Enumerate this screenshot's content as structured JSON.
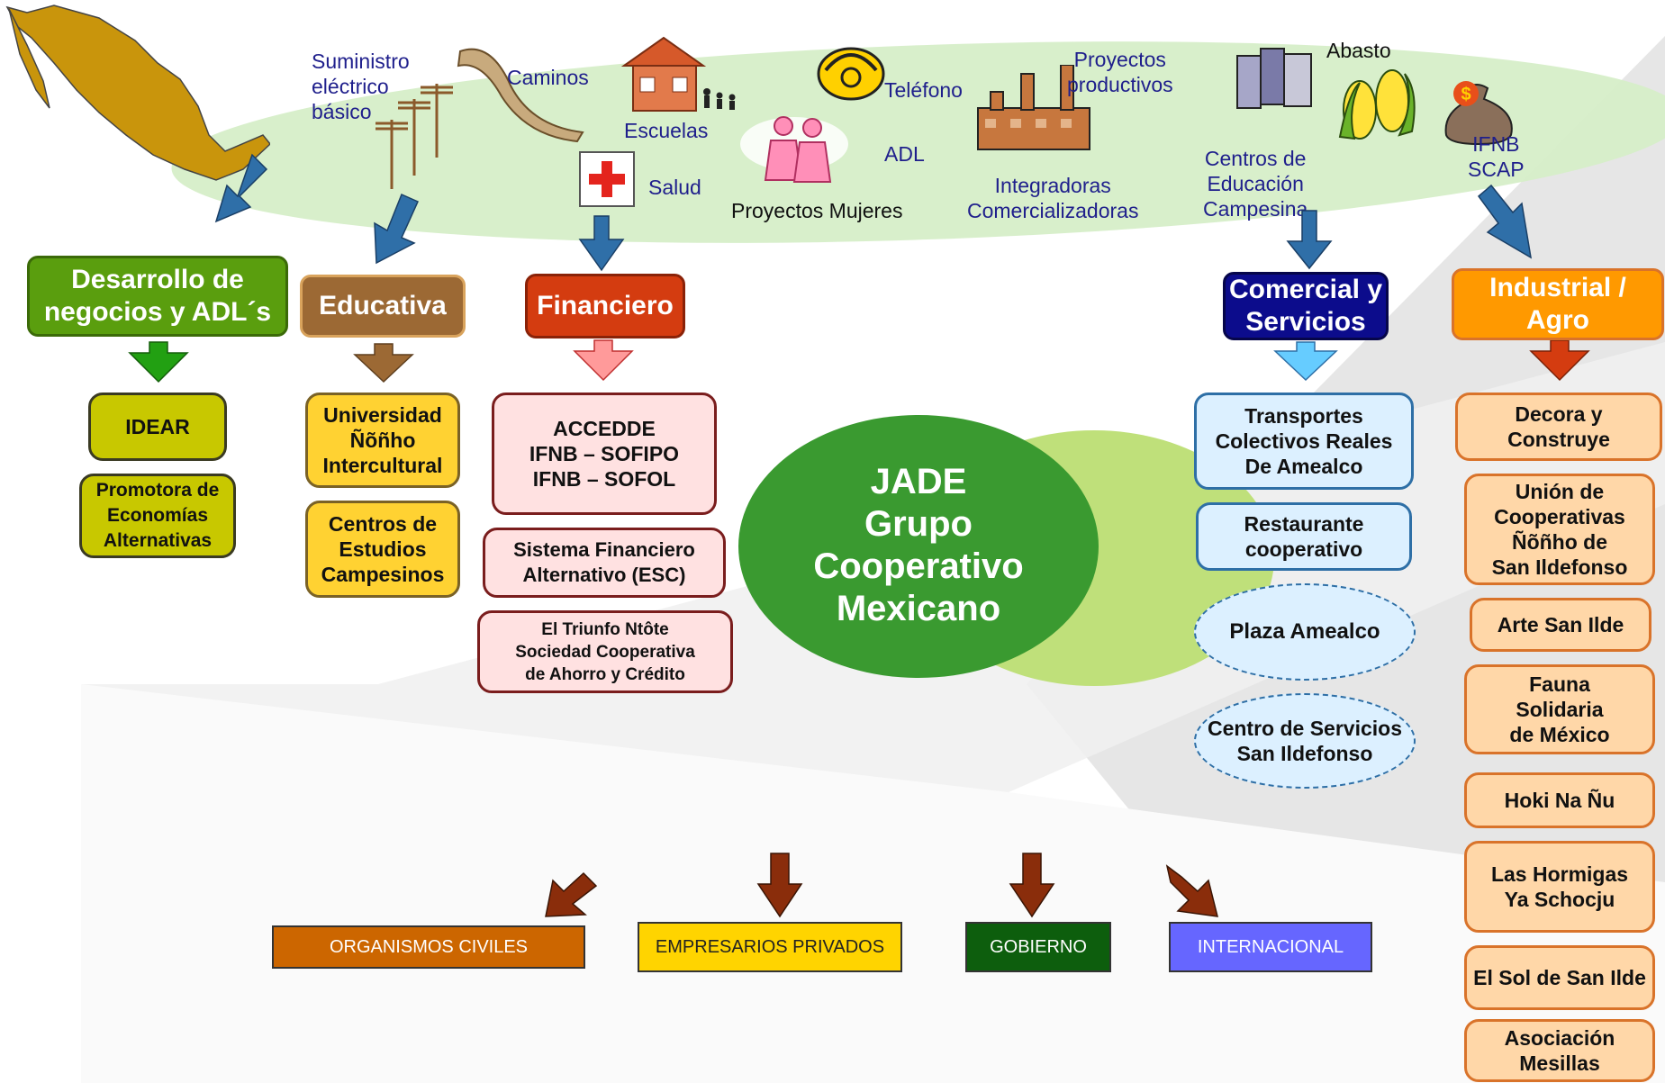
{
  "top_labels": {
    "suministro": "Suministro\neléctrico\nbásico",
    "caminos": "Caminos",
    "escuelas": "Escuelas",
    "salud": "Salud",
    "telefono": "Teléfono",
    "adl": "ADL",
    "proyectos_mujeres": "Proyectos Mujeres",
    "proyectos_productivos": "Proyectos\nproductivos",
    "integradoras": "Integradoras\nComercializadoras",
    "abasto": "Abasto",
    "centros_educacion": "Centros de\nEducación\nCampesina",
    "ifnb_scap": "IFNB\nSCAP"
  },
  "categories": {
    "desarrollo": "Desarrollo de\nnegocios y ADL´s",
    "educativa": "Educativa",
    "financiero": "Financiero",
    "comercial": "Comercial y\nServicios",
    "industrial": "Industrial /\nAgro"
  },
  "desarrollo_items": [
    "IDEAR",
    "Promotora de\nEconomías\nAlternativas"
  ],
  "educativa_items": [
    "Universidad\nÑõñho\nIntercultural",
    "Centros de\nEstudios\nCampesinos"
  ],
  "financiero_items": [
    "ACCEDDE\nIFNB – SOFIPO\nIFNB – SOFOL",
    "Sistema Financiero\nAlternativo (ESC)",
    "El Triunfo Ntôte\nSociedad Cooperativa\nde Ahorro y Crédito"
  ],
  "comercial_items": [
    "Transportes\nColectivos Reales\nDe Amealco",
    "Restaurante\ncooperativo",
    "Plaza Amealco",
    "Centro de Servicios\nSan Ildefonso"
  ],
  "industrial_items": [
    "Decora y\nConstruye",
    "Unión de\nCooperativas\nÑõñho de\nSan Ildefonso",
    "Arte San Ilde",
    "Fauna\nSolidaria\nde México",
    "Hoki Na Ñu",
    "Las Hormigas\nYa Schocju",
    "El Sol de San Ilde",
    "Asociación\nMesillas"
  ],
  "center": "JADE\nGrupo\nCooperativo\nMexicano",
  "stakeholders": [
    "ORGANISMOS CIVILES",
    "EMPRESARIOS PRIVADOS",
    "GOBIERNO",
    "INTERNACIONAL"
  ],
  "icons": {
    "map": "mexico-map-icon",
    "power": "power-pole-icon",
    "road": "road-icon",
    "school": "school-icon",
    "health": "red-cross-icon",
    "phone": "telephone-icon",
    "women": "women-icon",
    "factory": "factory-icon",
    "supplies": "groceries-icon",
    "corn": "corn-icon",
    "money": "money-bag-icon"
  },
  "colors": {
    "desarrollo": "#5a9e0e",
    "educativa": "#9c6934",
    "financiero": "#d43c10",
    "comercial": "#0c0c8c",
    "industrial": "#ff9900",
    "center": "#3a9a30",
    "label_text": "#1f1f8c"
  }
}
